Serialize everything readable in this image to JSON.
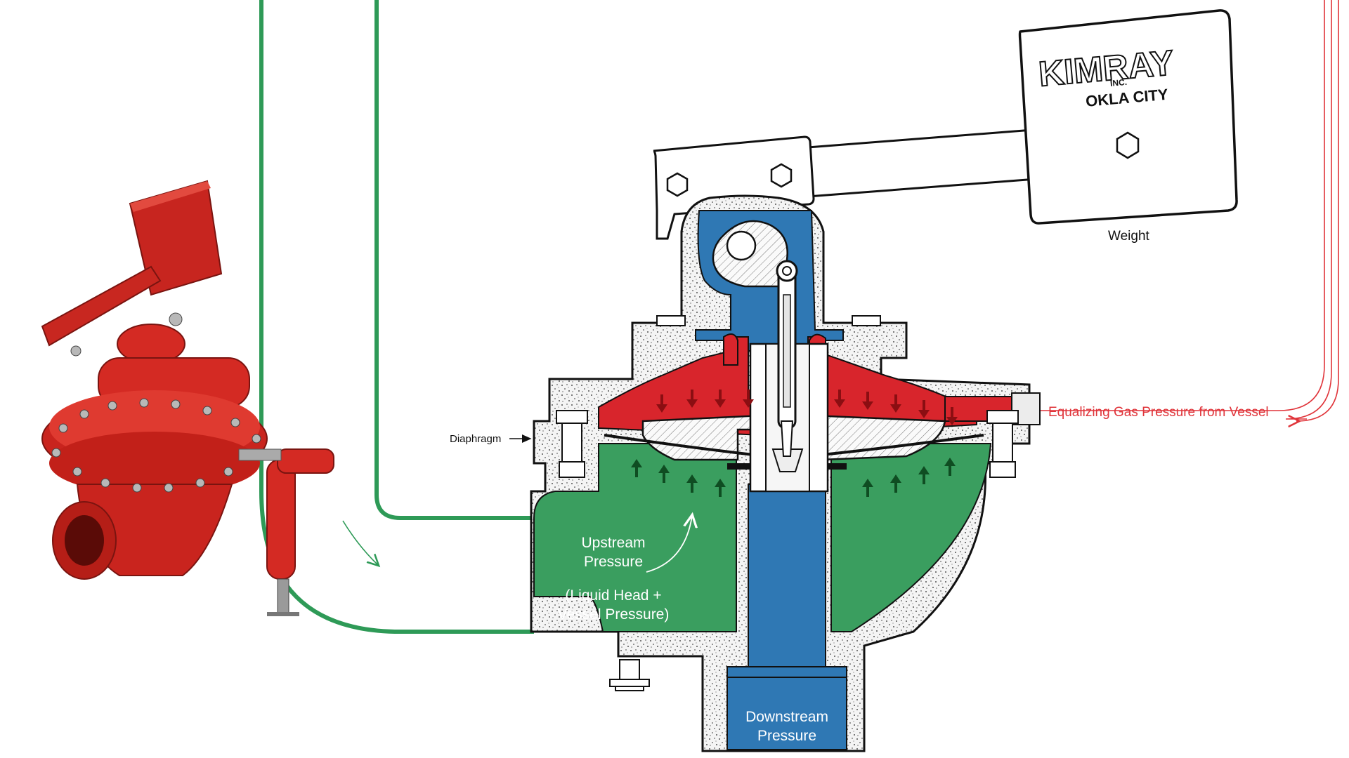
{
  "brand": {
    "logo_text": "KIMRAY",
    "logo_sub": "INC.",
    "city": "OKLA CITY"
  },
  "labels": {
    "weight": "Weight",
    "diaphragm": "Diaphragm",
    "equalizing": "Equalizing Gas Pressure from Vessel",
    "upstream_line1": "Upstream",
    "upstream_line2": "Pressure",
    "liquid_line1": "(Liquid Head +",
    "liquid_line2": "Vessel Pressure)",
    "downstream_line1": "Downstream",
    "downstream_line2": "Pressure"
  },
  "colors": {
    "upstream_green": "#3a9e5f",
    "line_green": "#2e9a57",
    "diaphragm_red": "#d8252c",
    "gas_line_red": "#e0343a",
    "downstream_blue": "#2f78b4",
    "body_gray": "#f1f1f1",
    "outline": "#111111",
    "photo_red": "#d42a23"
  }
}
